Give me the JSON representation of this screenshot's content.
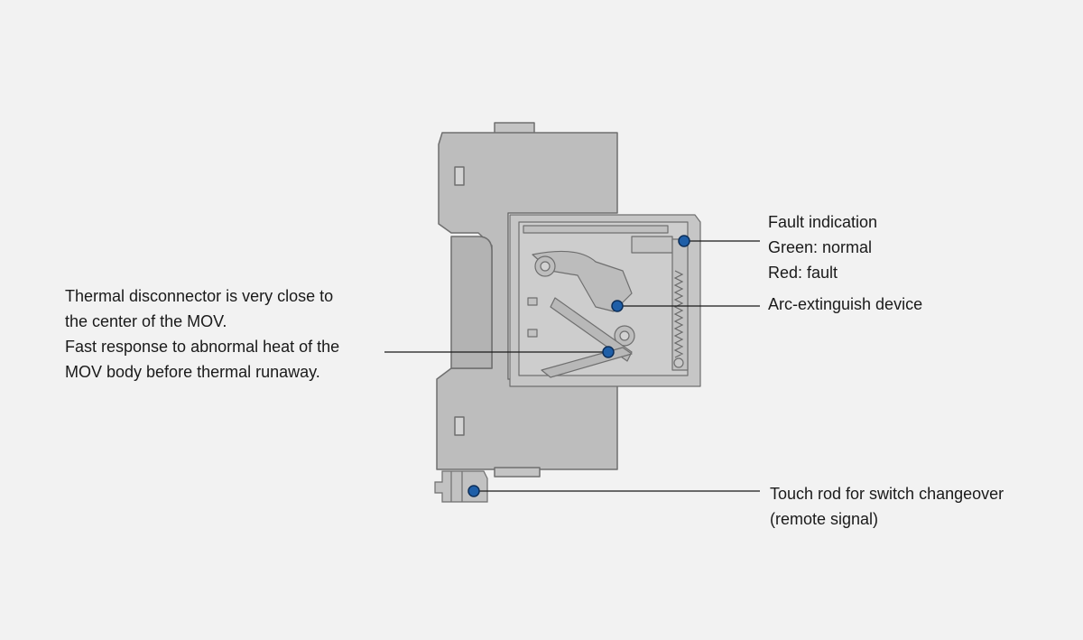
{
  "callouts": {
    "thermal": {
      "lines": [
        "Thermal disconnector is very close to",
        "the center of the MOV.",
        "Fast response to abnormal heat of the",
        "MOV body before thermal runaway."
      ]
    },
    "fault": {
      "lines": [
        "Fault indication",
        "Green: normal",
        "Red: fault"
      ]
    },
    "arc": {
      "lines": [
        "Arc-extinguish device"
      ]
    },
    "rod": {
      "lines": [
        "Touch rod for switch changeover",
        "(remote signal)"
      ]
    }
  },
  "colors": {
    "background": "#f2f2f2",
    "device_body": "#bdbdbd",
    "device_inner": "#c6c6c6",
    "outline": "#6f6f6f",
    "marker": "#1f5fa8",
    "leader": "#1a1a1a"
  }
}
